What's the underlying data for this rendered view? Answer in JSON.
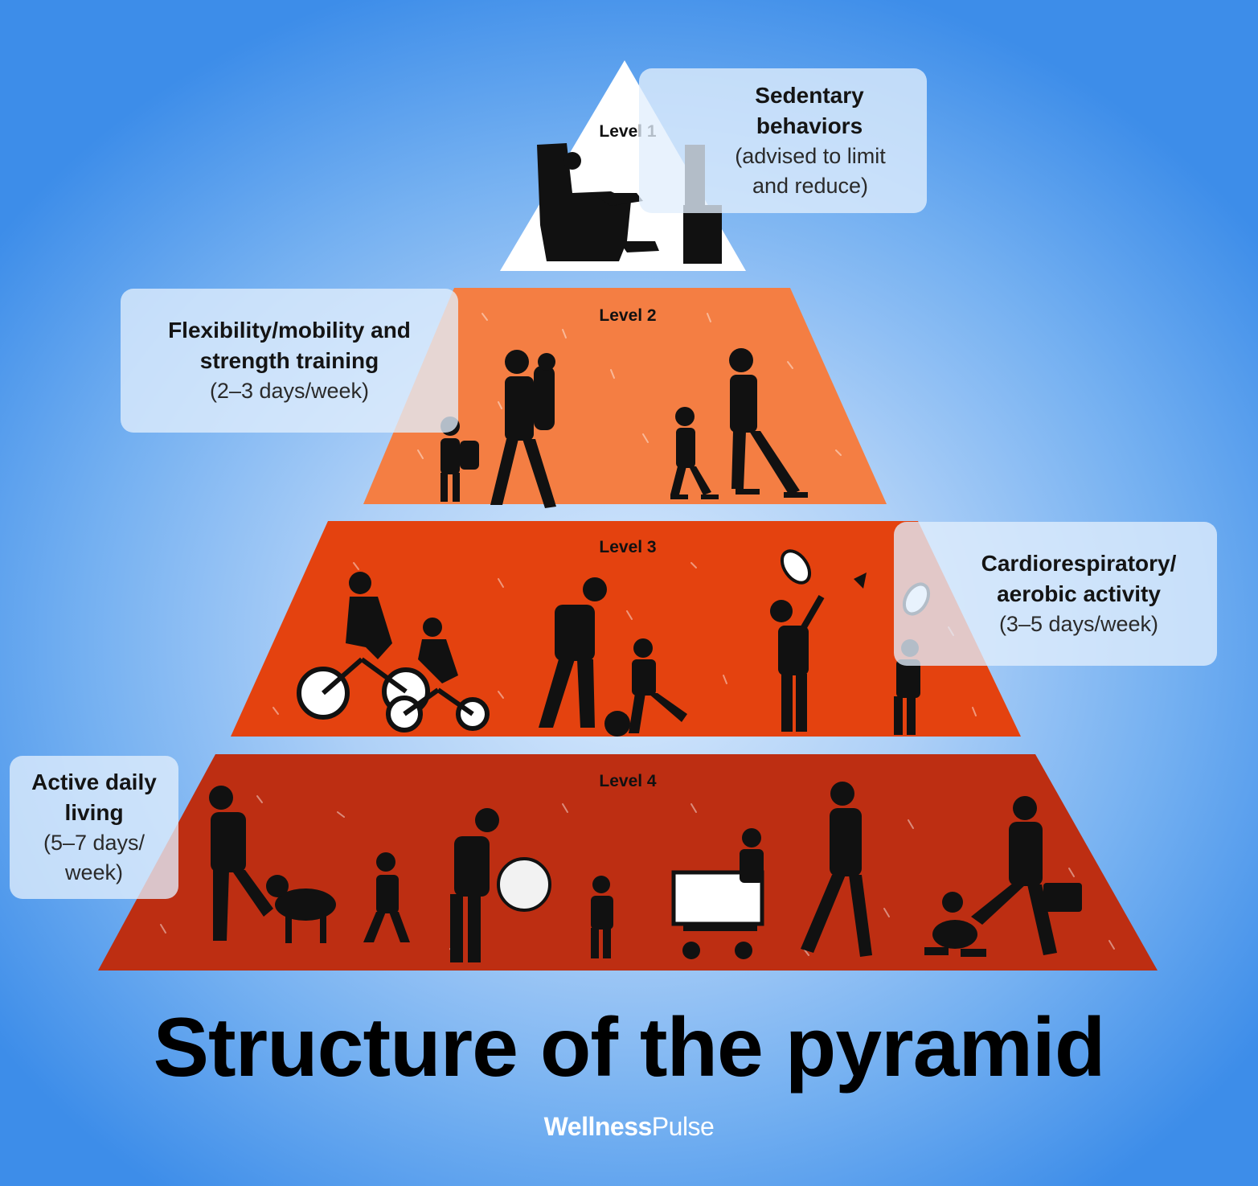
{
  "levels": [
    {
      "label": "Level 1",
      "title": "Sedentary behaviors",
      "subtitle": "(advised to limit and reduce)",
      "color": "#ffffff"
    },
    {
      "label": "Level 2",
      "title": "Flexibility/mobility and strength training",
      "subtitle": "(2–3 days/week)",
      "color": "#f47e43"
    },
    {
      "label": "Level 3",
      "title": "Cardiorespiratory/ aerobic activity",
      "subtitle": "(3–5 days/week)",
      "color": "#e4420f"
    },
    {
      "label": "Level 4",
      "title": "Active daily living",
      "subtitle": "(5–7 days/ week)",
      "color": "#bd2e12"
    }
  ],
  "main_title": "Structure of the pyramid",
  "brand": {
    "bold": "Wellness",
    "light": "Pulse"
  }
}
